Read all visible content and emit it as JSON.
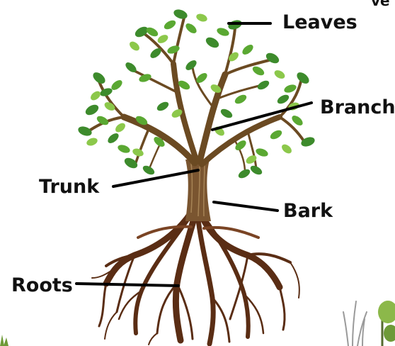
{
  "labels": {
    "leaves": "Leaves",
    "branch": "Branch",
    "trunk": "Trunk",
    "bark": "Bark",
    "roots": "Roots",
    "corner_fragment": "ve"
  },
  "colors": {
    "leaf_dark": "#3d8b2c",
    "leaf_mid": "#5aa832",
    "leaf_light": "#8cc84b",
    "wood": "#6b4a22",
    "trunk_light": "#8a6a40",
    "root": "#5a2d14",
    "root_light": "#7a4424",
    "line": "#000000",
    "text": "#111111"
  },
  "icons": {
    "tree": "tree-illustration",
    "grass": "grass-icon",
    "plant": "plant-icon"
  }
}
